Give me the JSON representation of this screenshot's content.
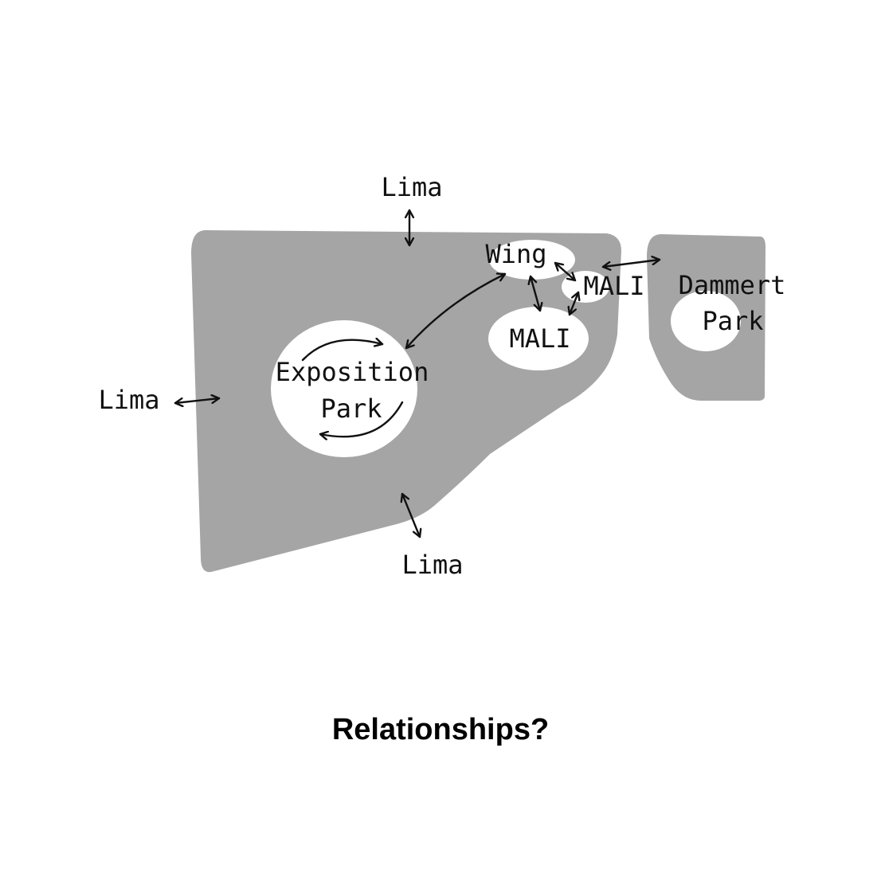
{
  "labels": {
    "lima_top": "Lima",
    "lima_left": "Lima",
    "lima_bottom": "Lima",
    "wing": "Wing",
    "mali_small": "MALI",
    "mali_main": "MALI",
    "exposition_line1": "Exposition",
    "exposition_line2": "Park",
    "dammert_line1": "Dammert",
    "dammert_line2": "Park"
  },
  "caption": "Relationships?",
  "colors": {
    "block": "#a5a5a5",
    "void": "#ffffff",
    "ink": "#111111",
    "background": "#ffffff"
  }
}
